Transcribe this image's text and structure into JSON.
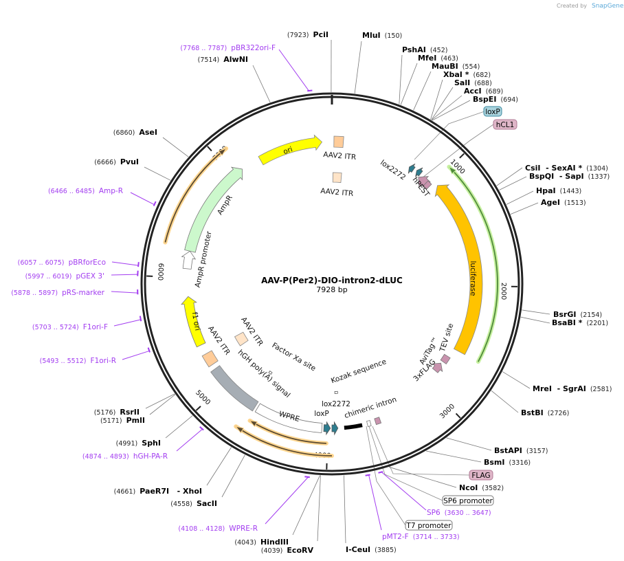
{
  "watermark": {
    "created_by": "Created by",
    "brand": "SnapGene"
  },
  "plasmid": {
    "name": "AAV-P(Per2)-DIO-intron2-dLUC",
    "length_label": "7928 bp",
    "length": 7928
  },
  "ticks": [
    "1000",
    "2000",
    "3000",
    "4000",
    "5000",
    "6000",
    "7000"
  ],
  "colors": {
    "primer": "#a23cf0",
    "backbone": "#222222"
  },
  "enzymes": [
    {
      "name": "MluI",
      "pos": "(150)",
      "bp": 150,
      "side": "right"
    },
    {
      "name": "PshAI",
      "pos": "(452)",
      "bp": 452,
      "side": "right"
    },
    {
      "name": "MfeI",
      "pos": "(463)",
      "bp": 463,
      "side": "right"
    },
    {
      "name": "MauBI",
      "pos": "(554)",
      "bp": 554,
      "side": "right"
    },
    {
      "name": "XbaI *",
      "pos": "(682)",
      "bp": 682,
      "side": "right"
    },
    {
      "name": "SalI",
      "pos": "(688)",
      "bp": 688,
      "side": "right"
    },
    {
      "name": "AccI",
      "pos": "(689)",
      "bp": 689,
      "side": "right"
    },
    {
      "name": "BspEI",
      "pos": "(694)",
      "bp": 694,
      "side": "right"
    },
    {
      "name": "CsiI  - SexAI *",
      "pos": "(1304)",
      "bp": 1304,
      "side": "right"
    },
    {
      "name": "BspQI  - SapI",
      "pos": "(1337)",
      "bp": 1337,
      "side": "right"
    },
    {
      "name": "HpaI",
      "pos": "(1443)",
      "bp": 1443,
      "side": "right"
    },
    {
      "name": "AgeI",
      "pos": "(1513)",
      "bp": 1513,
      "side": "right"
    },
    {
      "name": "BsrGI",
      "pos": "(2154)",
      "bp": 2154,
      "side": "right"
    },
    {
      "name": "BsaBI *",
      "pos": "(2201)",
      "bp": 2201,
      "side": "right"
    },
    {
      "name": "MreI  - SgrAI",
      "pos": "(2581)",
      "bp": 2581,
      "side": "right"
    },
    {
      "name": "BstBI",
      "pos": "(2726)",
      "bp": 2726,
      "side": "right"
    },
    {
      "name": "BstAPI",
      "pos": "(3157)",
      "bp": 3157,
      "side": "right"
    },
    {
      "name": "BsmI",
      "pos": "(3316)",
      "bp": 3316,
      "side": "right"
    },
    {
      "name": "NcoI",
      "pos": "(3582)",
      "bp": 3582,
      "side": "right"
    },
    {
      "name": "I-CeuI",
      "pos": "(3885)",
      "bp": 3885,
      "side": "right"
    },
    {
      "name": "PciI",
      "pos": "(7923)",
      "bp": 7923,
      "side": "left"
    },
    {
      "name": "AlwNI",
      "pos": "(7514)",
      "bp": 7514,
      "side": "left"
    },
    {
      "name": "AseI",
      "pos": "(6860)",
      "bp": 6860,
      "side": "left"
    },
    {
      "name": "PvuI",
      "pos": "(6666)",
      "bp": 6666,
      "side": "left"
    },
    {
      "name": "RsrII",
      "pos": "(5176)",
      "bp": 5176,
      "side": "left"
    },
    {
      "name": "PmlI",
      "pos": "(5171)",
      "bp": 5171,
      "side": "left"
    },
    {
      "name": "SphI",
      "pos": "(4991)",
      "bp": 4991,
      "side": "left"
    },
    {
      "name": "PaeR7I   - XhoI",
      "pos": "(4661)",
      "bp": 4661,
      "side": "left"
    },
    {
      "name": "SacII",
      "pos": "(4558)",
      "bp": 4558,
      "side": "left"
    },
    {
      "name": "HindIII",
      "pos": "(4043)",
      "bp": 4043,
      "side": "left"
    },
    {
      "name": "EcoRV",
      "pos": "(4039)",
      "bp": 4039,
      "side": "left"
    }
  ],
  "primers": [
    {
      "name": "pBR322ori-F",
      "range": "(7768 .. 7787)",
      "side": "left"
    },
    {
      "name": "Amp-R",
      "range": "(6466 .. 6485)",
      "side": "left"
    },
    {
      "name": "pBRforEco",
      "range": "(6057 .. 6075)",
      "side": "left"
    },
    {
      "name": "pGEX 3'",
      "range": "(5997 .. 6019)",
      "side": "left"
    },
    {
      "name": "pRS-marker",
      "range": "(5878 .. 5897)",
      "side": "left"
    },
    {
      "name": "F1ori-F",
      "range": "(5703 .. 5724)",
      "side": "left"
    },
    {
      "name": "F1ori-R",
      "range": "(5493 .. 5512)",
      "side": "left"
    },
    {
      "name": "hGH-PA-R",
      "range": "(4874 .. 4893)",
      "side": "left"
    },
    {
      "name": "WPRE-R",
      "range": "(4108 .. 4128)",
      "side": "left"
    },
    {
      "name": "pMT2-F",
      "range": "(3714 .. 3733)",
      "side": "right"
    },
    {
      "name": "SP6",
      "range": "(3630 .. 3647)",
      "side": "right"
    }
  ],
  "boxed_features": [
    {
      "name": "loxP",
      "fill": "#a9d3dd",
      "stroke": "#3a8aa0"
    },
    {
      "name": "hCL1",
      "fill": "#dfb6c8",
      "stroke": "#b07a95"
    },
    {
      "name": "FLAG",
      "fill": "#dfb6c8",
      "stroke": "#b07a95"
    },
    {
      "name": "SP6 promoter",
      "fill": "#ffffff",
      "stroke": "#777777"
    },
    {
      "name": "T7 promoter",
      "fill": "#ffffff",
      "stroke": "#777777"
    }
  ],
  "features": {
    "ori": "ori",
    "aav2_itr_1": "AAV2 ITR",
    "aav2_itr_2": "AAV2 ITR",
    "ampr": "AmpR",
    "ampr_promoter": "AmpR promoter",
    "f1_ori": "f1 ori",
    "aav2_itr_3": "AAV2 ITR",
    "aav2_itr_4": "AAV2 ITR",
    "hgh_polya": "hGH poly(A) signal",
    "factor_xa": "Factor Xa site",
    "kozak": "Kozak sequence",
    "wpre": "WPRE",
    "loxp": "loxP",
    "lox2272_1": "lox2272",
    "chimeric_intron": "chimeric intron",
    "lox2272_2": "lox2272",
    "hpest": "hPEST",
    "luciferase": "luciferase",
    "avitag": "AviTag™",
    "tev": "TEV site",
    "flag3x": "3xFLAG"
  },
  "feature_colors": {
    "ori": "#ffff00",
    "ampr": "#ccf8cc",
    "f1_ori": "#ffff00",
    "itr_outer": "#ffcc99",
    "itr_inner": "#ffe4c8",
    "hgh": "#a6adb4",
    "luciferase": "#ffc300",
    "lox": "#2e7d8f",
    "pink": "#c993ae",
    "orf_halo": "#ffd690",
    "orf_line": "#5a4a30",
    "green_halo": "#c7f0a0",
    "green_line": "#4f8a3a"
  }
}
